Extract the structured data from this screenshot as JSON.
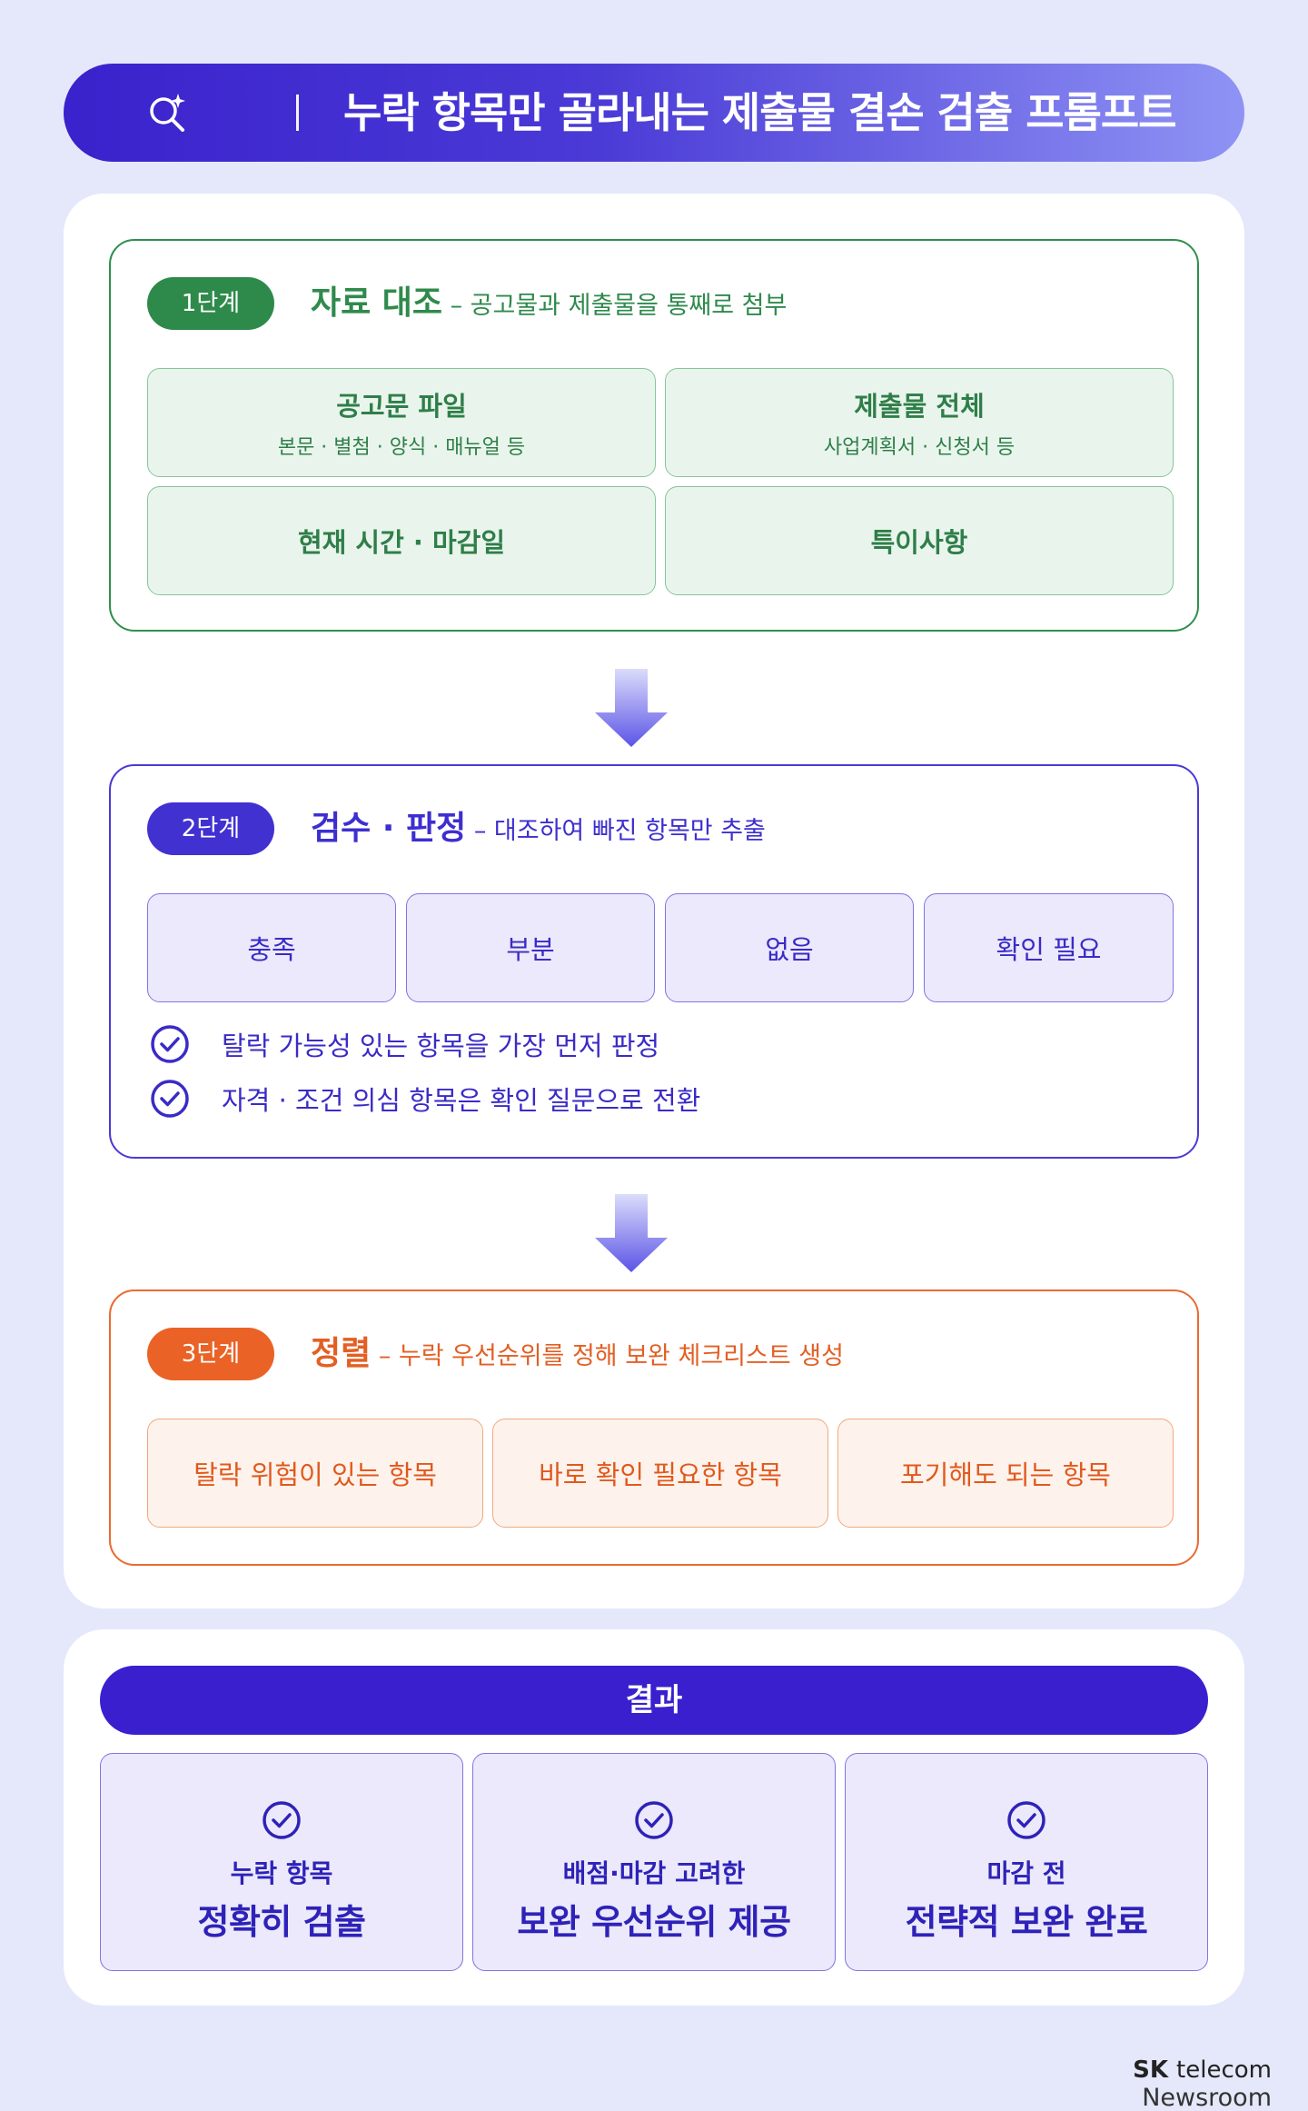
{
  "header": {
    "title": "누락 항목만 골라내는 제출물 결손 검출 프롬프트",
    "icon": "search-sparkle-icon"
  },
  "stage1": {
    "badge": "1단계",
    "name": "자료 대조",
    "desc": " – 공고물과 제출물을 통째로 첨부",
    "boxes": [
      {
        "main": "공고문 파일",
        "sub": "본문 · 별첨 · 양식 · 매뉴얼 등"
      },
      {
        "main": "제출물 전체",
        "sub": "사업계획서 · 신청서 등"
      },
      {
        "main": "현재 시간 · 마감일"
      },
      {
        "main": "특이사항"
      }
    ]
  },
  "stage2": {
    "badge": "2단계",
    "name": "검수 · 판정",
    "desc": " – 대조하여 빠진 항목만 추출",
    "boxes": [
      "충족",
      "부분",
      "없음",
      "확인 필요"
    ],
    "checks": [
      "탈락 가능성 있는 항목을 가장 먼저 판정",
      "자격 · 조건 의심 항목은 확인 질문으로 전환"
    ]
  },
  "stage3": {
    "badge": "3단계",
    "name": "정렬",
    "desc": " – 누락 우선순위를 정해 보완 체크리스트 생성",
    "boxes": [
      "탈락 위험이 있는 항목",
      "바로 확인 필요한 항목",
      "포기해도 되는 항목"
    ]
  },
  "result": {
    "title": "결과",
    "items": [
      {
        "l1": "누락 항목",
        "l2": "정확히 검출"
      },
      {
        "l1": "배점·마감 고려한",
        "l2": "보완 우선순위 제공"
      },
      {
        "l1": "마감 전",
        "l2": "전략적 보완 완료"
      }
    ]
  },
  "brand": {
    "sk": "SK",
    "telecom": "telecom",
    "newsroom": "Newsroom"
  },
  "colors": {
    "stage1": "#2e8a4a",
    "stage2": "#4131d1",
    "stage3": "#ea6225",
    "result": "#3a1fcf",
    "background": "#e4e8fa"
  }
}
